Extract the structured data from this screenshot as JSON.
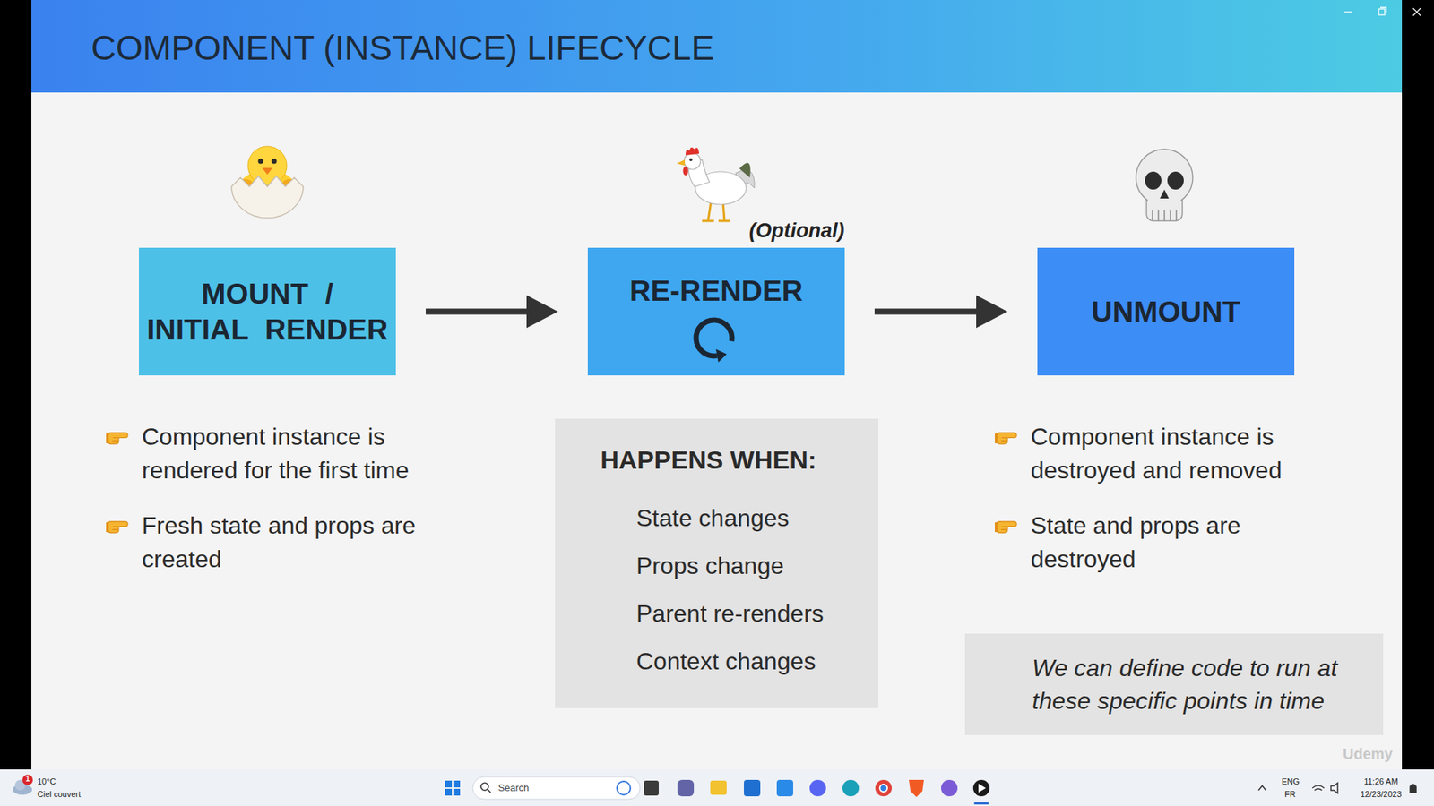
{
  "diagram": {
    "title": "COMPONENT (INSTANCE) LIFECYCLE",
    "nodes": [
      {
        "text": [
          "MOUNT / INITIAL RENDER"
        ]
      },
      {
        "text": [
          "RE-RENDER"
        ]
      },
      {
        "text": [
          "UNMOUNT"
        ]
      },
      {
        "text": [
          "HAPPENS WHEN:",
          "State changes",
          "Props change",
          "Parent re-renders",
          "Context changes"
        ]
      },
      {
        "text": [
          "We can define code to run at these specific points in time"
        ]
      }
    ],
    "edges": [
      {
        "from": 0,
        "to": 1,
        "arrow": "to"
      },
      {
        "from": 1,
        "to": 2,
        "arrow": "to"
      }
    ],
    "labels": [
      "(Optional)",
      "Component instance is rendered for the first time",
      "Fresh state and props are created",
      "Component instance is destroyed and removed",
      "State and props are destroyed",
      "Udemy",
      "1",
      "10°C",
      "Ciel couvert",
      "Search",
      "ENG",
      "FR",
      "11:26 AM",
      "12/23/2023"
    ]
  }
}
